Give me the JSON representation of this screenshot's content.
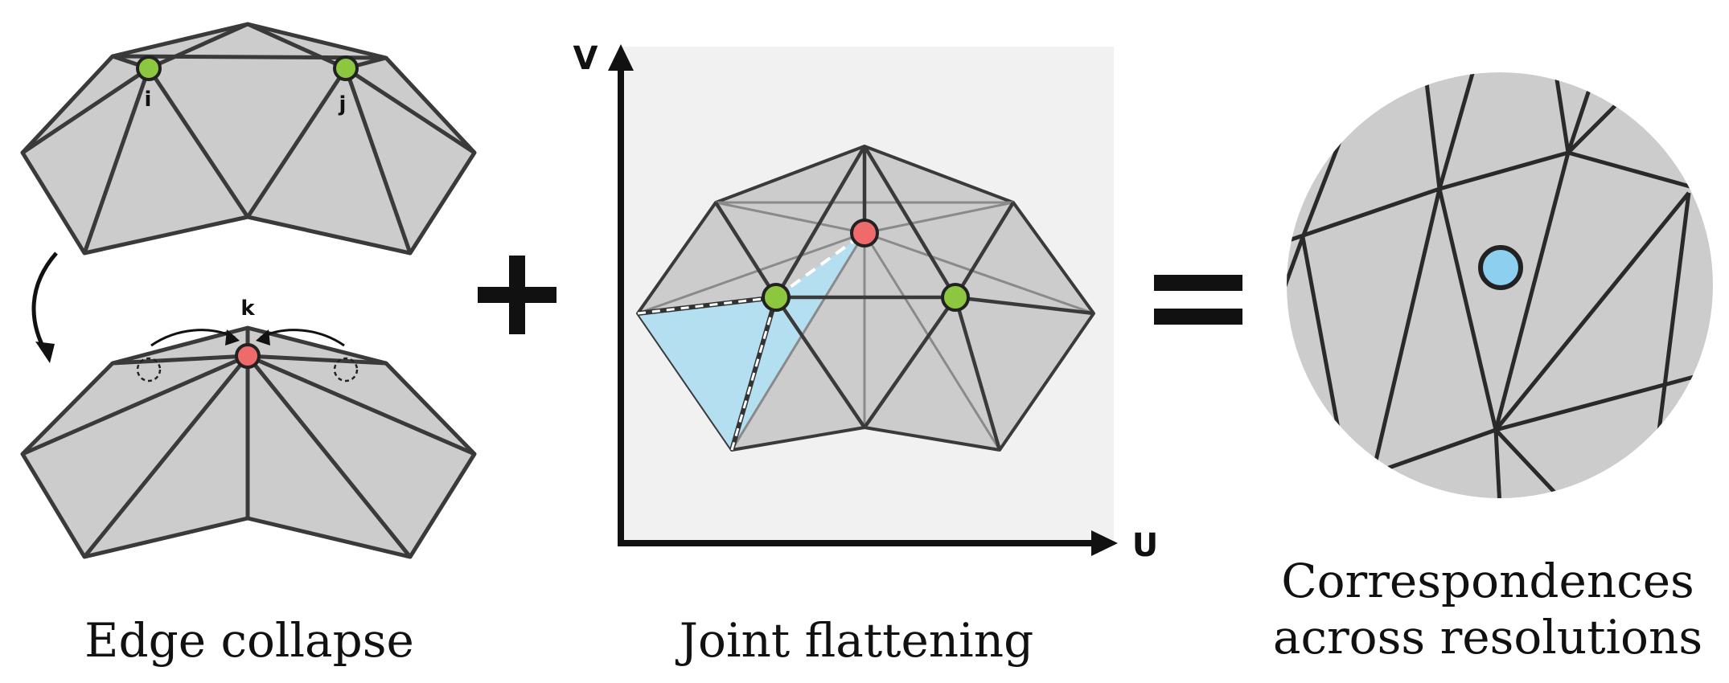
{
  "panels": {
    "edge_collapse": {
      "caption": "Edge collapse",
      "vertex_labels": {
        "i": "i",
        "j": "j",
        "k": "k"
      }
    },
    "joint_flattening": {
      "caption": "Joint flattening",
      "axis_labels": {
        "v": "V",
        "u": "U"
      }
    },
    "correspondences": {
      "caption_line1": "Correspondences",
      "caption_line2": "across resolutions"
    }
  },
  "operators": {
    "plus": "+",
    "equals": "="
  },
  "colors": {
    "mesh_fill": "#cccccd",
    "mesh_edge": "#3a3a3a",
    "vertex_green": "#8dc63f",
    "vertex_red": "#ef6b6b",
    "highlight_blue": "#b3dff0",
    "point_blue": "#8ccfee",
    "panel_bg": "#f1f1f1"
  }
}
